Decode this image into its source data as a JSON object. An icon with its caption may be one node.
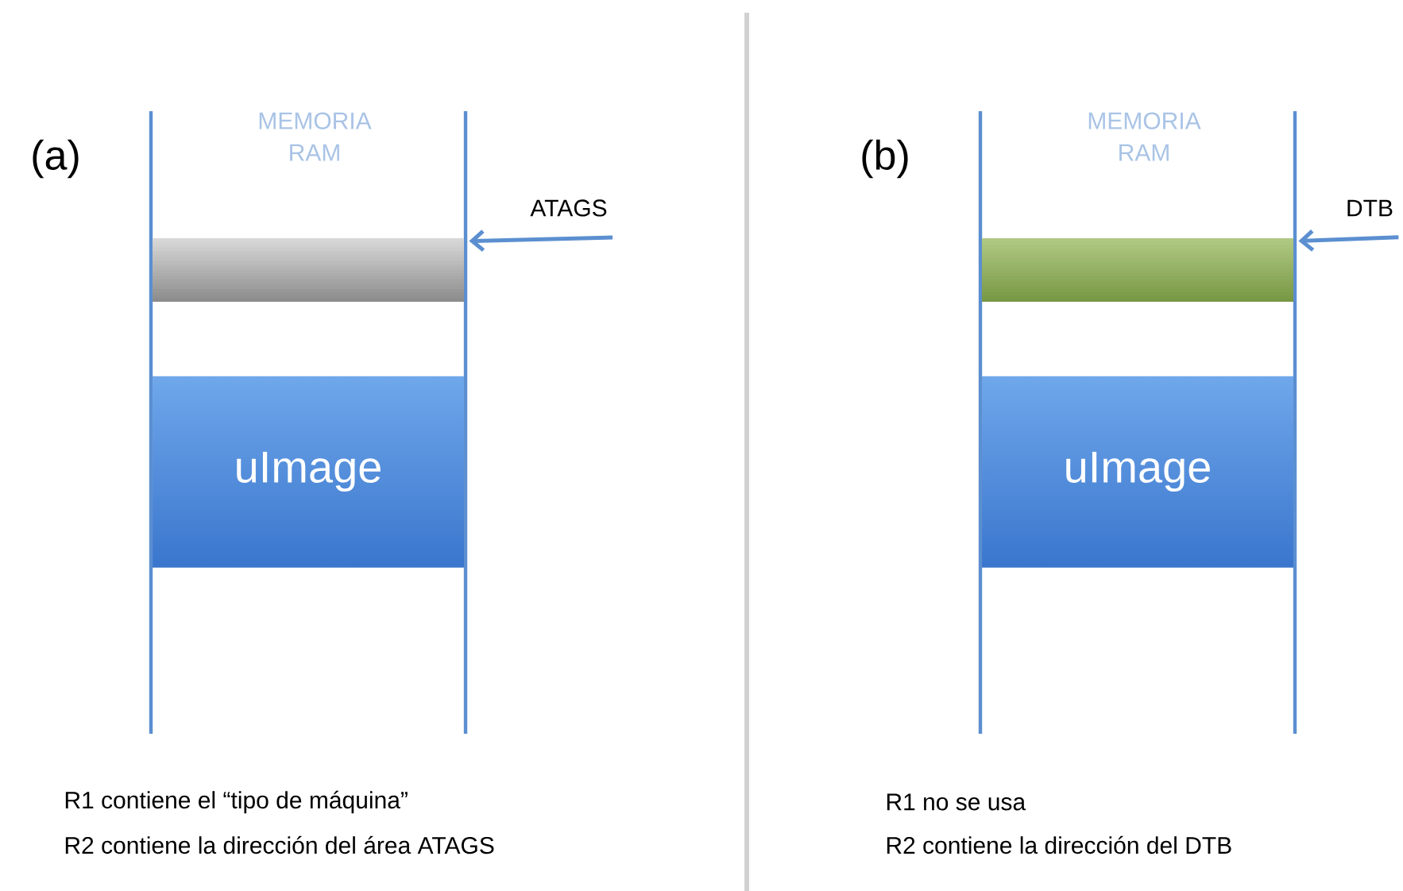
{
  "diagram": {
    "nodes": [
      {
        "text": [
          "ATAGS"
        ]
      },
      {
        "text": [],
        "shape": "bar"
      },
      {
        "text": [
          "uImage"
        ]
      },
      {
        "text": [
          "DTB"
        ]
      },
      {
        "text": [],
        "shape": "bar"
      },
      {
        "text": [
          "uImage"
        ]
      }
    ],
    "edges": [
      {
        "from": 0,
        "to": 1,
        "arrow": "to"
      },
      {
        "from": 3,
        "to": 4,
        "arrow": "to"
      }
    ],
    "labels": [
      "(a)",
      "MEMORIA RAM",
      "R1 contiene el “tipo de máquina”",
      "R2 contiene la dirección del área ATAGS",
      "(b)",
      "MEMORIA RAM",
      "R1 no se usa",
      "R2 contiene la dirección del DTB"
    ]
  }
}
